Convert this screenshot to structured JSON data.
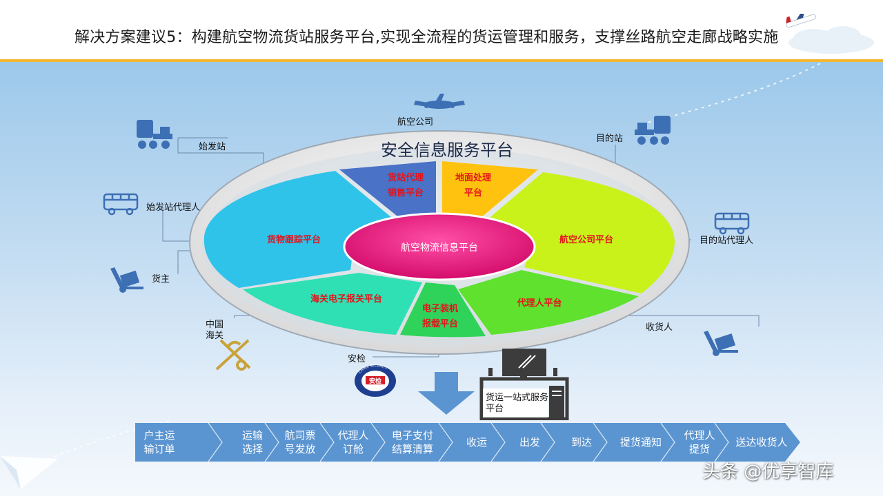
{
  "title": "解决方案建议5：构建航空物流货站服务平台,实现全流程的货运管理和服务，支撑丝路航空走廊战略实施",
  "platform_ring_label": "安全信息服务平台",
  "center_label": "航空物流信息平台",
  "segments": [
    {
      "id": "cargo-agent-sales",
      "label": "货站代理\n销售平台"
    },
    {
      "id": "ground-handling",
      "label": "地面处理\n平台"
    },
    {
      "id": "airline",
      "label": "航空公司平台"
    },
    {
      "id": "agent",
      "label": "代理人平台"
    },
    {
      "id": "edi-loading",
      "label": "电子装机\n报载平台"
    },
    {
      "id": "customs-edi",
      "label": "海关电子报关平台"
    },
    {
      "id": "cargo-tracking",
      "label": "货物跟踪平台"
    }
  ],
  "stakeholders": {
    "airline": "航空公司",
    "origin_station": "始发站",
    "destination_station": "目的站",
    "origin_agent": "始发站代理人",
    "destination_agent": "目的站代理人",
    "shipper": "货主",
    "consignee": "收货人",
    "china_customs": "中国海关",
    "security_check": "安检",
    "security_badge_text": "安检",
    "security_badge_ring": "CHINA SECURITY"
  },
  "one_stop": "货运一站式服务平台",
  "process_steps": [
    "户主运\n输订单",
    "运输\n选择",
    "航司票\n号发放",
    "代理人\n订舱",
    "电子支付\n结算清算",
    "收运",
    "出发",
    "到达",
    "提货通知",
    "代理人\n提货",
    "送达收货人"
  ],
  "watermark": "头条 @优享智库",
  "colors": {
    "accent_rule": "#f2b632",
    "seg_sales": "#4a72c6",
    "seg_ground": "#ffc20e",
    "seg_airline": "#c9f21b",
    "seg_agent": "#5fe12e",
    "seg_loading": "#2fd35a",
    "seg_customs": "#2fe0b4",
    "seg_tracking": "#2fc3ea",
    "center": "#e8147d",
    "flow": "#5b95d1",
    "icon": "#3d6fb4"
  }
}
